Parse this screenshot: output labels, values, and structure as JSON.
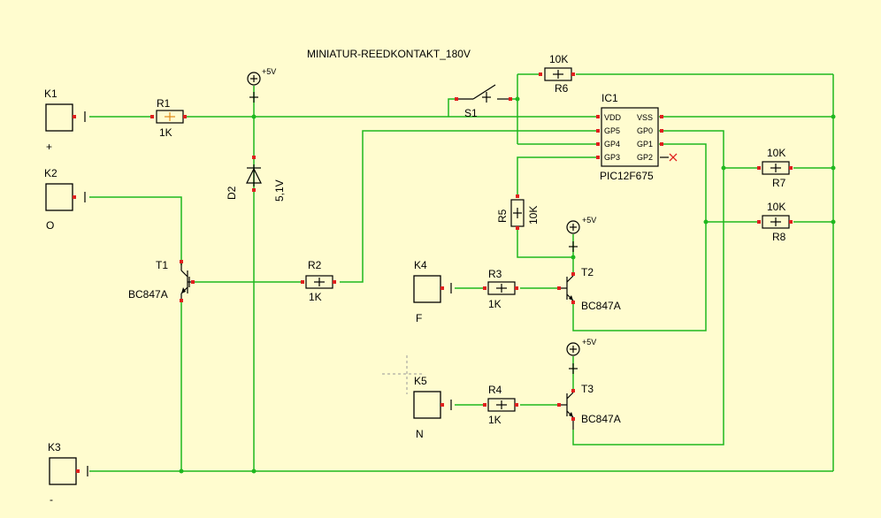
{
  "title": "MINIATUR-REEDKONTAKT_180V",
  "components": {
    "K1": {
      "ref": "K1",
      "sign": "+"
    },
    "K2": {
      "ref": "K2",
      "sign": "O"
    },
    "K3": {
      "ref": "K3",
      "sign": "-"
    },
    "K4": {
      "ref": "K4",
      "sign": "F"
    },
    "K5": {
      "ref": "K5",
      "sign": "N"
    },
    "R1": {
      "ref": "R1",
      "value": "1K"
    },
    "R2": {
      "ref": "R2",
      "value": "1K"
    },
    "R3": {
      "ref": "R3",
      "value": "1K"
    },
    "R4": {
      "ref": "R4",
      "value": "1K"
    },
    "R5": {
      "ref": "R5",
      "value": "10K"
    },
    "R6": {
      "ref": "R6",
      "value": "10K"
    },
    "R7": {
      "ref": "R7",
      "value": "10K"
    },
    "R8": {
      "ref": "R8",
      "value": "10K"
    },
    "D2": {
      "ref": "D2",
      "value": "5,1V"
    },
    "S1": {
      "ref": "S1"
    },
    "T1": {
      "ref": "T1",
      "value": "BC847A"
    },
    "T2": {
      "ref": "T2",
      "value": "BC847A"
    },
    "T3": {
      "ref": "T3",
      "value": "BC847A"
    },
    "IC1": {
      "ref": "IC1",
      "part": "PIC12F675",
      "pins_left": [
        "VDD",
        "GP5",
        "GP4",
        "GP3"
      ],
      "pins_right": [
        "VSS",
        "GP0",
        "GP1",
        "GP2"
      ]
    }
  },
  "power": {
    "vcc": "+5V"
  },
  "colors": {
    "background": "#fffccf",
    "wire": "#1fb81f",
    "pin": "#e0201e"
  }
}
